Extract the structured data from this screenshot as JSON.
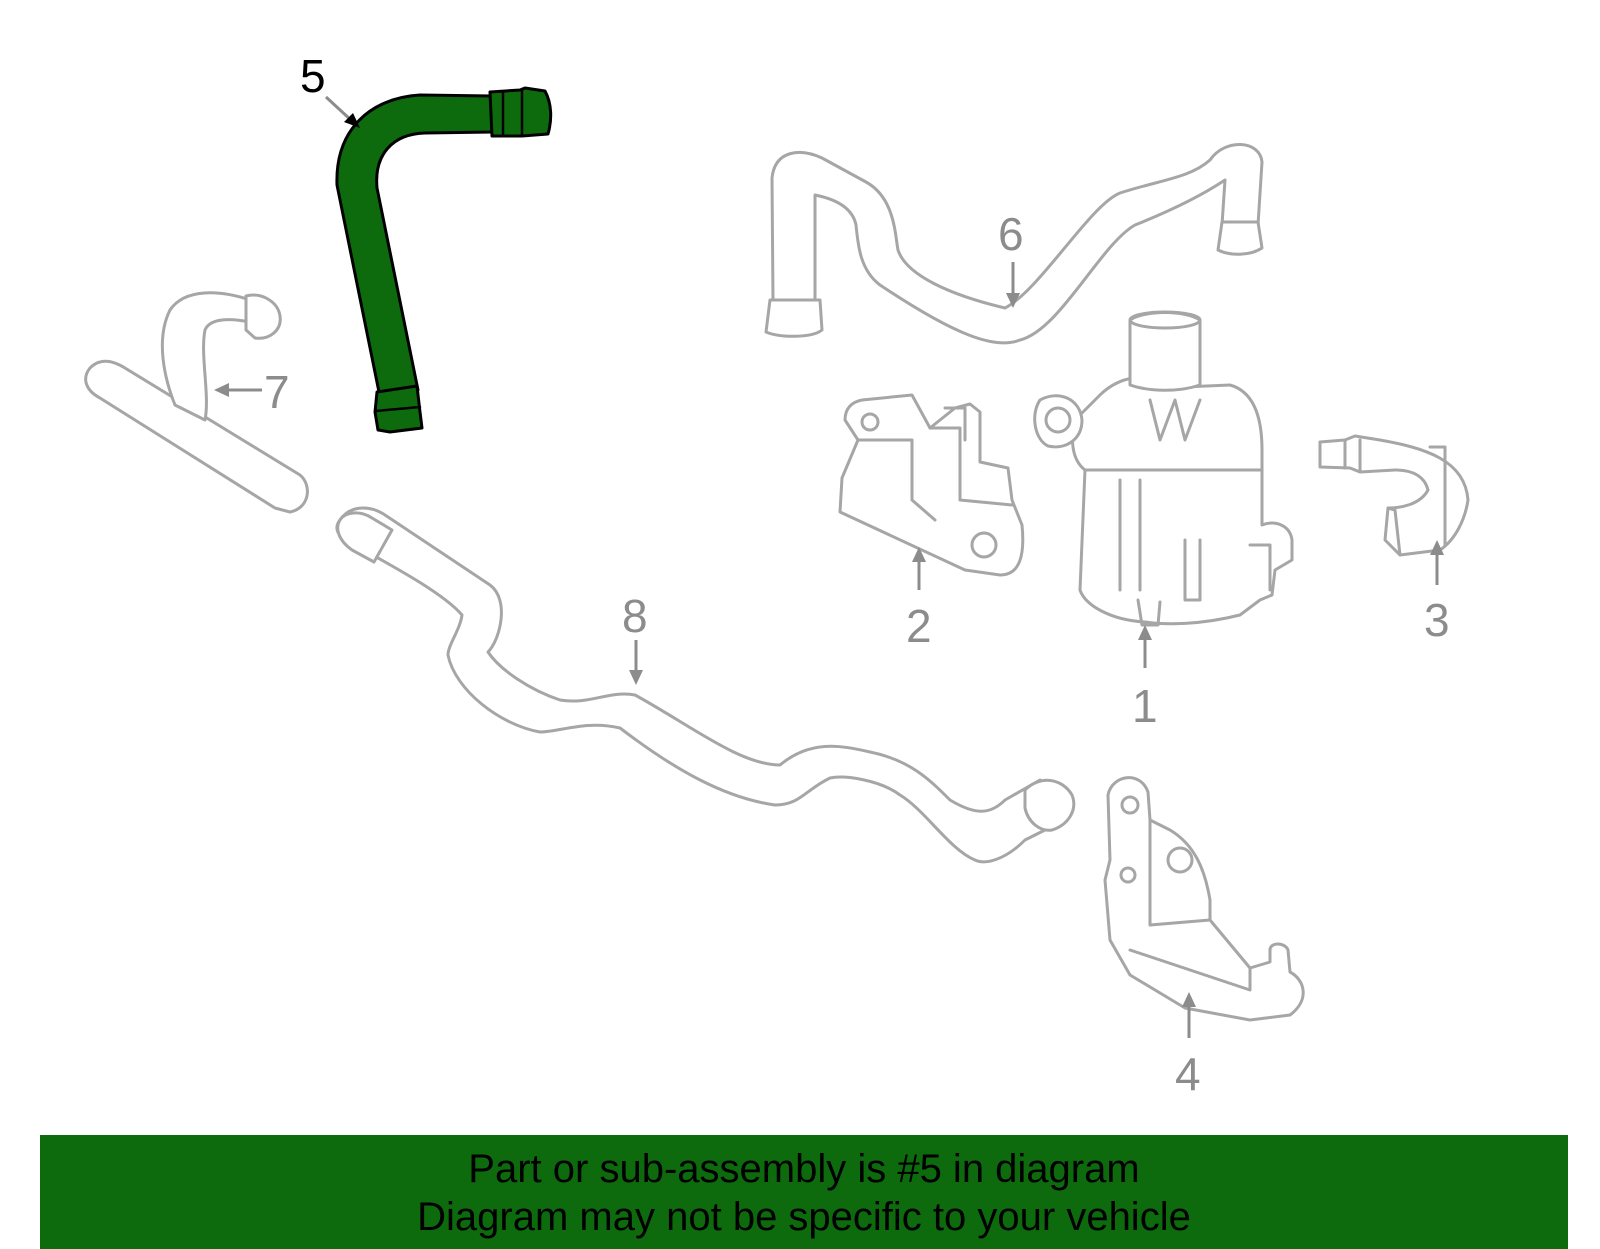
{
  "callouts": {
    "c1": "1",
    "c2": "2",
    "c3": "3",
    "c4": "4",
    "c5": "5",
    "c6": "6",
    "c7": "7",
    "c8": "8"
  },
  "highlighted_part": "5",
  "colors": {
    "highlight": "#0d6b0d",
    "parts": "#a6a6a6",
    "banner": "#0d6b0d"
  },
  "banner": {
    "line1": "Part or sub-assembly is #5 in diagram",
    "line2": "Diagram may not be specific to your vehicle"
  }
}
